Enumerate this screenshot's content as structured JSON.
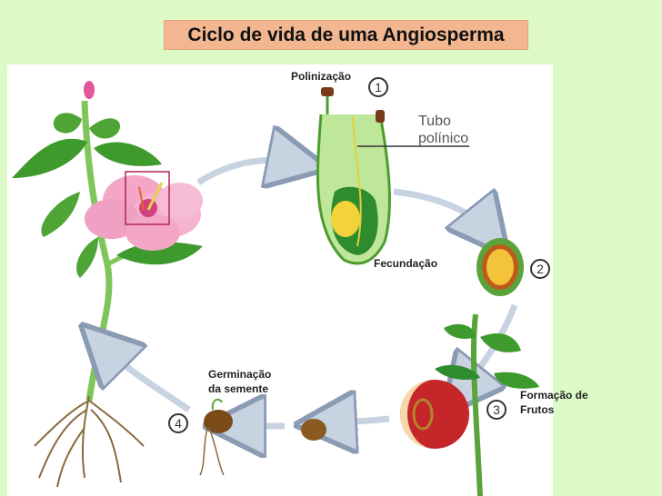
{
  "title": "Ciclo de vida de uma Angiosperma",
  "labels": {
    "polinizacao": "Polinização",
    "tubo": "Tubo",
    "polinico": "polínico",
    "fecundacao": "Fecundação",
    "germinacao": "Germinação",
    "da_semente": "da semente",
    "formacao": "Formação de",
    "frutos": "Frutos"
  },
  "steps": [
    "1",
    "2",
    "3",
    "4"
  ],
  "colors": {
    "background": "#ddf9c6",
    "title_box": "#f2b791",
    "flower": "#f3a6c6",
    "leaf": "#3f9a2e",
    "arrow": "#cfd9e6",
    "root": "#8a6a3a"
  }
}
